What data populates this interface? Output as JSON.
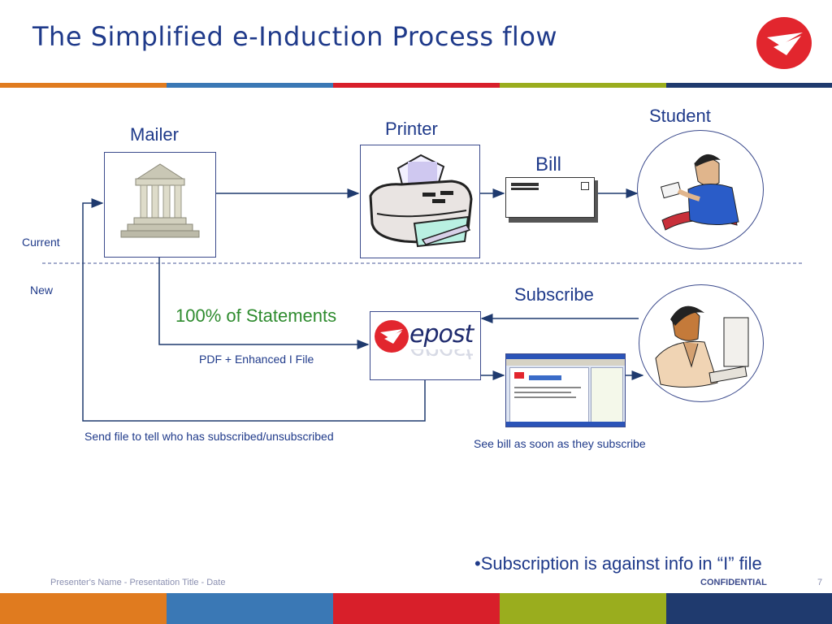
{
  "title": "The Simplified e-Induction Process flow",
  "colors": {
    "orange": "#e07b1f",
    "blue": "#3a78b5",
    "red": "#d81f2a",
    "green": "#9aad1e",
    "navy": "#1f3a8a",
    "text_green": "#2e8b2e"
  },
  "logo": {
    "icon": "canada-post-logo-icon"
  },
  "nodes": {
    "mailer": "Mailer",
    "printer": "Printer",
    "bill": "Bill",
    "student": "Student",
    "subscribe": "Subscribe"
  },
  "rows": {
    "current": "Current",
    "new": "New"
  },
  "annotations": {
    "statements": "100% of Statements",
    "pdf_file": "PDF + Enhanced I File",
    "send_file": "Send file to tell who has subscribed/unsubscribed",
    "see_bill": "See bill as soon as they subscribe"
  },
  "epost": {
    "wordmark": "epost"
  },
  "bullet": "•Subscription is against info in “I” file",
  "footer": {
    "presenter": "Presenter's Name - Presentation Title - Date",
    "confidential": "CONFIDENTIAL",
    "page": "7"
  }
}
